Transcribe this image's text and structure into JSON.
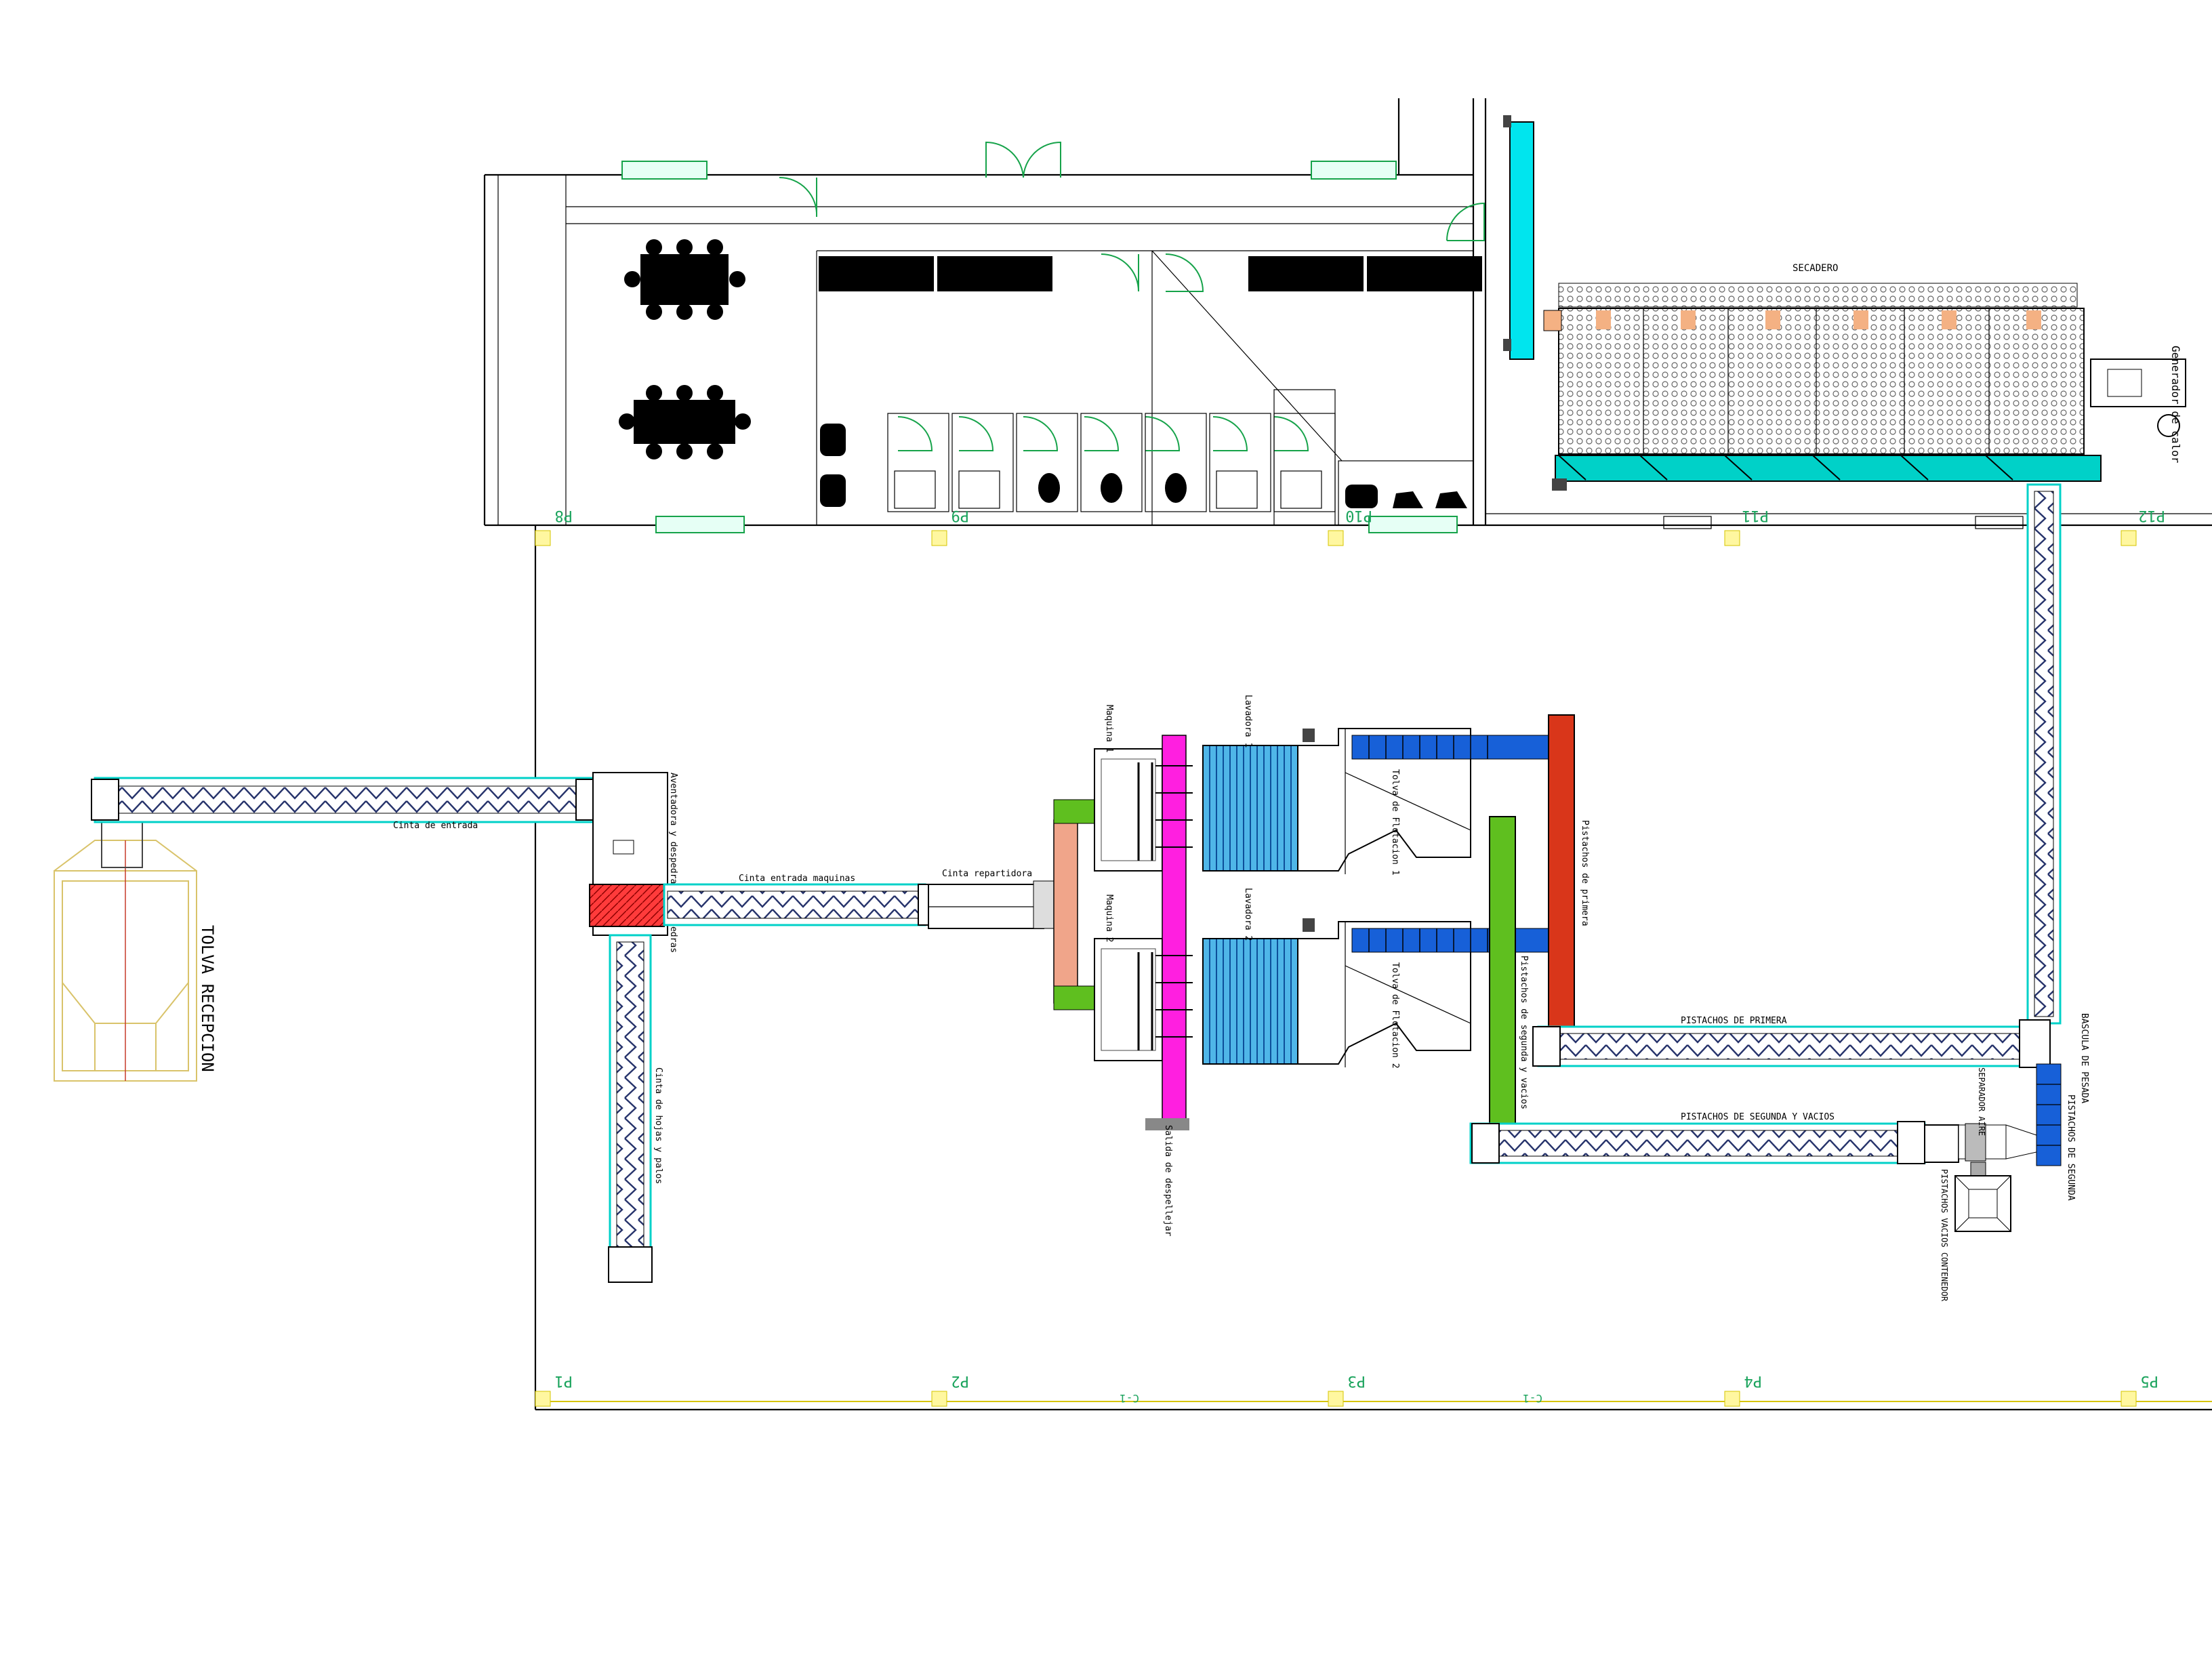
{
  "plan": {
    "grid_labels_top": [
      "P8",
      "P9",
      "P10",
      "P11",
      "P12"
    ],
    "grid_labels_bottom": [
      "P1",
      "P2",
      "P3",
      "P4",
      "P5"
    ],
    "span_labels": [
      "C-1",
      "C-1"
    ]
  },
  "equipment": {
    "secadero": "SECADERO",
    "generador": "Generador de calor",
    "tolva": "TOLVA RECEPCION",
    "cinta_entrada": "Cinta de entrada",
    "aventadora": "Aventadora y despedrador de pedras",
    "cinta_entrada_maquinas": "Cinta entrada maquinas",
    "cinta_repartidora": "Cinta repartidora",
    "cinta_hojas": "Cinta de hojas y palos",
    "maquina1": "Maquina 1",
    "maquina2": "Maquina 2",
    "lavadora1": "Lavadora 1",
    "lavadora2": "Lavadora 2",
    "tolva_flotacion1": "Tolva de Flotacion 1",
    "tolva_flotacion2": "Tolva de Flotacion 2",
    "salida_despellejar": "Salida de despellejar",
    "pistachos_primera_v": "Pistachos de primera",
    "pistachos_segunda_v": "Pistachos de segunda y vacios",
    "pistachos_primera_h": "PISTACHOS DE PRIMERA",
    "pistachos_segunda_h": "PISTACHOS DE SEGUNDA Y VACIOS",
    "bascula": "BASCULA DE PESADA",
    "pistachos_segunda_r": "PISTACHOS DE SEGUNDA",
    "separador": "SEPARADOR AIRE",
    "contenedor": "PISTACHOS VACIOS CONTENEDOR"
  },
  "colors": {
    "cyan": "#00e5ee",
    "blue": "#1760d8",
    "magenta": "#ff1fe0",
    "green": "#5fbf1f",
    "orange_red": "#d9361a",
    "salmon": "#f0a58a",
    "teal": "#00d1c8",
    "tan": "#f4b183",
    "red": "#ff2020"
  }
}
